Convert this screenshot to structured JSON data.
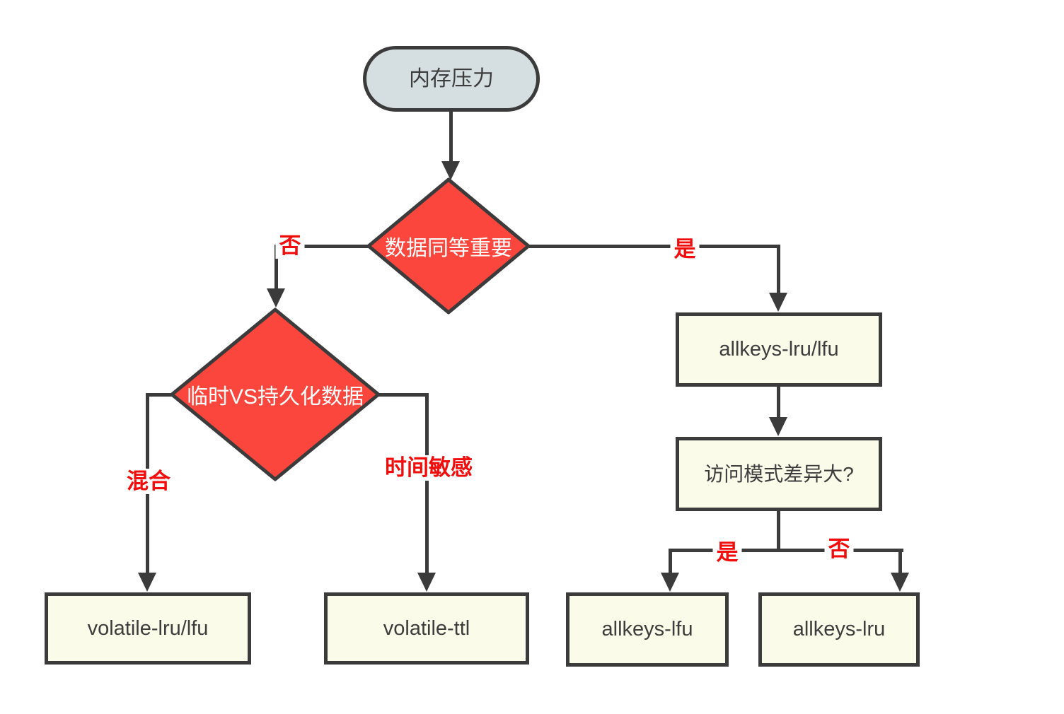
{
  "diagram": {
    "type": "flowchart",
    "topic": "Redis eviction policy decision tree",
    "nodes": {
      "start": {
        "label": "内存压力",
        "shape": "stadium"
      },
      "decision_data_importance": {
        "label": "数据同等重要",
        "shape": "diamond"
      },
      "decision_temp_vs_persistent": {
        "label": "临时VS持久化数据",
        "shape": "diamond"
      },
      "allkeys_lru_lfu": {
        "label": "allkeys-lru/lfu",
        "shape": "rect"
      },
      "access_pattern_question": {
        "label": "访问模式差异大?",
        "shape": "rect"
      },
      "volatile_lru_lfu": {
        "label": "volatile-lru/lfu",
        "shape": "rect"
      },
      "volatile_ttl": {
        "label": "volatile-ttl",
        "shape": "rect"
      },
      "allkeys_lfu": {
        "label": "allkeys-lfu",
        "shape": "rect"
      },
      "allkeys_lru": {
        "label": "allkeys-lru",
        "shape": "rect"
      }
    },
    "edge_labels": {
      "no_branch": "否",
      "yes_branch": "是",
      "mixed": "混合",
      "time_sensitive": "时间敏感",
      "split_yes": "是",
      "split_no": "否"
    },
    "colors": {
      "line": "#3b3b3b",
      "node-red": "#fa463c",
      "node-cream": "#fbfbea",
      "node-stadium": "#d5dee0",
      "edge-label": "#f20d0d",
      "node-text": "#3d3d3d",
      "canvas-bg": "#ffffff"
    }
  }
}
